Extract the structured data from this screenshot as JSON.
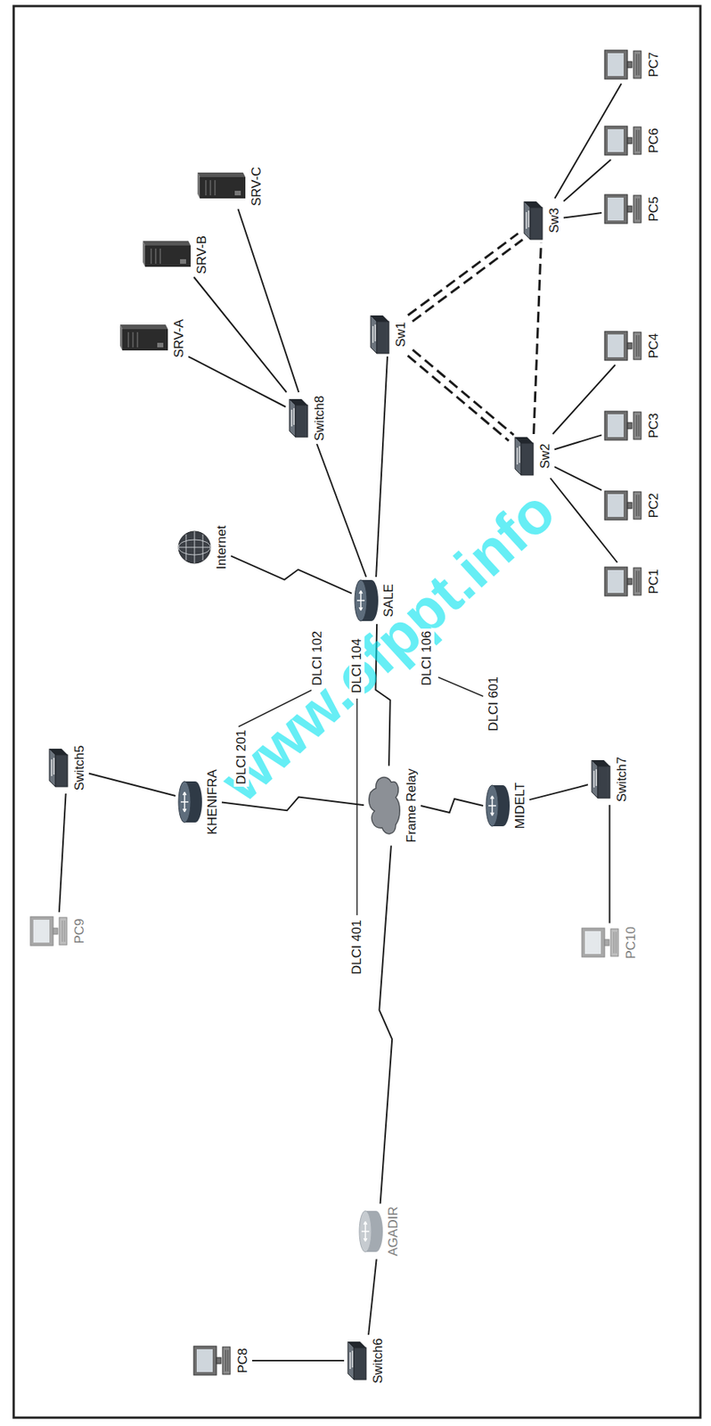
{
  "diagram": {
    "nodes": [
      {
        "text": [
          "Internet"
        ]
      },
      {
        "text": [
          "KHENIFRA"
        ]
      },
      {
        "text": [
          "Switch5"
        ]
      },
      {
        "text": [
          "PC9"
        ]
      },
      {
        "text": [
          "SALE"
        ]
      },
      {
        "text": [
          "Frame Relay"
        ]
      },
      {
        "text": [
          "MIDELT"
        ]
      },
      {
        "text": [
          "Switch7"
        ]
      },
      {
        "text": [
          "PC10"
        ]
      },
      {
        "text": [
          "AGADIR"
        ]
      },
      {
        "text": [
          "Switch6"
        ]
      },
      {
        "text": [
          "PC8"
        ]
      },
      {
        "text": [
          "Switch8"
        ]
      },
      {
        "text": [
          "SRV-A"
        ]
      },
      {
        "text": [
          "SRV-B"
        ]
      },
      {
        "text": [
          "SRV-C"
        ]
      },
      {
        "text": [
          "Sw1"
        ]
      },
      {
        "text": [
          "Sw2"
        ]
      },
      {
        "text": [
          "Sw3"
        ]
      },
      {
        "text": [
          "PC1"
        ]
      },
      {
        "text": [
          "PC2"
        ]
      },
      {
        "text": [
          "PC3"
        ]
      },
      {
        "text": [
          "PC4"
        ]
      },
      {
        "text": [
          "PC5"
        ]
      },
      {
        "text": [
          "PC6"
        ]
      },
      {
        "text": [
          "PC7"
        ]
      }
    ],
    "edges": [
      {
        "from": 4,
        "to": 0,
        "arrow": "none"
      },
      {
        "from": 4,
        "to": 12,
        "arrow": "none"
      },
      {
        "from": 12,
        "to": 13,
        "arrow": "none"
      },
      {
        "from": 12,
        "to": 14,
        "arrow": "none"
      },
      {
        "from": 12,
        "to": 15,
        "arrow": "none"
      },
      {
        "from": 4,
        "to": 16,
        "arrow": "none"
      },
      {
        "from": 16,
        "to": 17,
        "arrow": "none"
      },
      {
        "from": 16,
        "to": 17,
        "arrow": "none"
      },
      {
        "from": 16,
        "to": 18,
        "arrow": "none"
      },
      {
        "from": 16,
        "to": 18,
        "arrow": "none"
      },
      {
        "from": 17,
        "to": 18,
        "arrow": "none"
      },
      {
        "from": 17,
        "to": 19,
        "arrow": "none"
      },
      {
        "from": 17,
        "to": 20,
        "arrow": "none"
      },
      {
        "from": 17,
        "to": 21,
        "arrow": "none"
      },
      {
        "from": 17,
        "to": 22,
        "arrow": "none"
      },
      {
        "from": 18,
        "to": 23,
        "arrow": "none"
      },
      {
        "from": 18,
        "to": 24,
        "arrow": "none"
      },
      {
        "from": 18,
        "to": 25,
        "arrow": "none"
      },
      {
        "from": 4,
        "to": 5,
        "arrow": "none"
      },
      {
        "from": 1,
        "to": 5,
        "arrow": "none"
      },
      {
        "from": 6,
        "to": 5,
        "arrow": "none"
      },
      {
        "from": 9,
        "to": 5,
        "arrow": "none"
      },
      {
        "from": 1,
        "to": 2,
        "arrow": "none"
      },
      {
        "from": 2,
        "to": 3,
        "arrow": "none"
      },
      {
        "from": 6,
        "to": 7,
        "arrow": "none"
      },
      {
        "from": 7,
        "to": 8,
        "arrow": "none"
      },
      {
        "from": 9,
        "to": 10,
        "arrow": "none"
      },
      {
        "from": 10,
        "to": 11,
        "arrow": "none"
      }
    ],
    "labels": [
      "DLCI 102",
      "DLCI 104",
      "DLCI 106",
      "DLCI 201",
      "DLCI 601",
      "DLCI 401",
      "www.ofppt.info"
    ]
  }
}
